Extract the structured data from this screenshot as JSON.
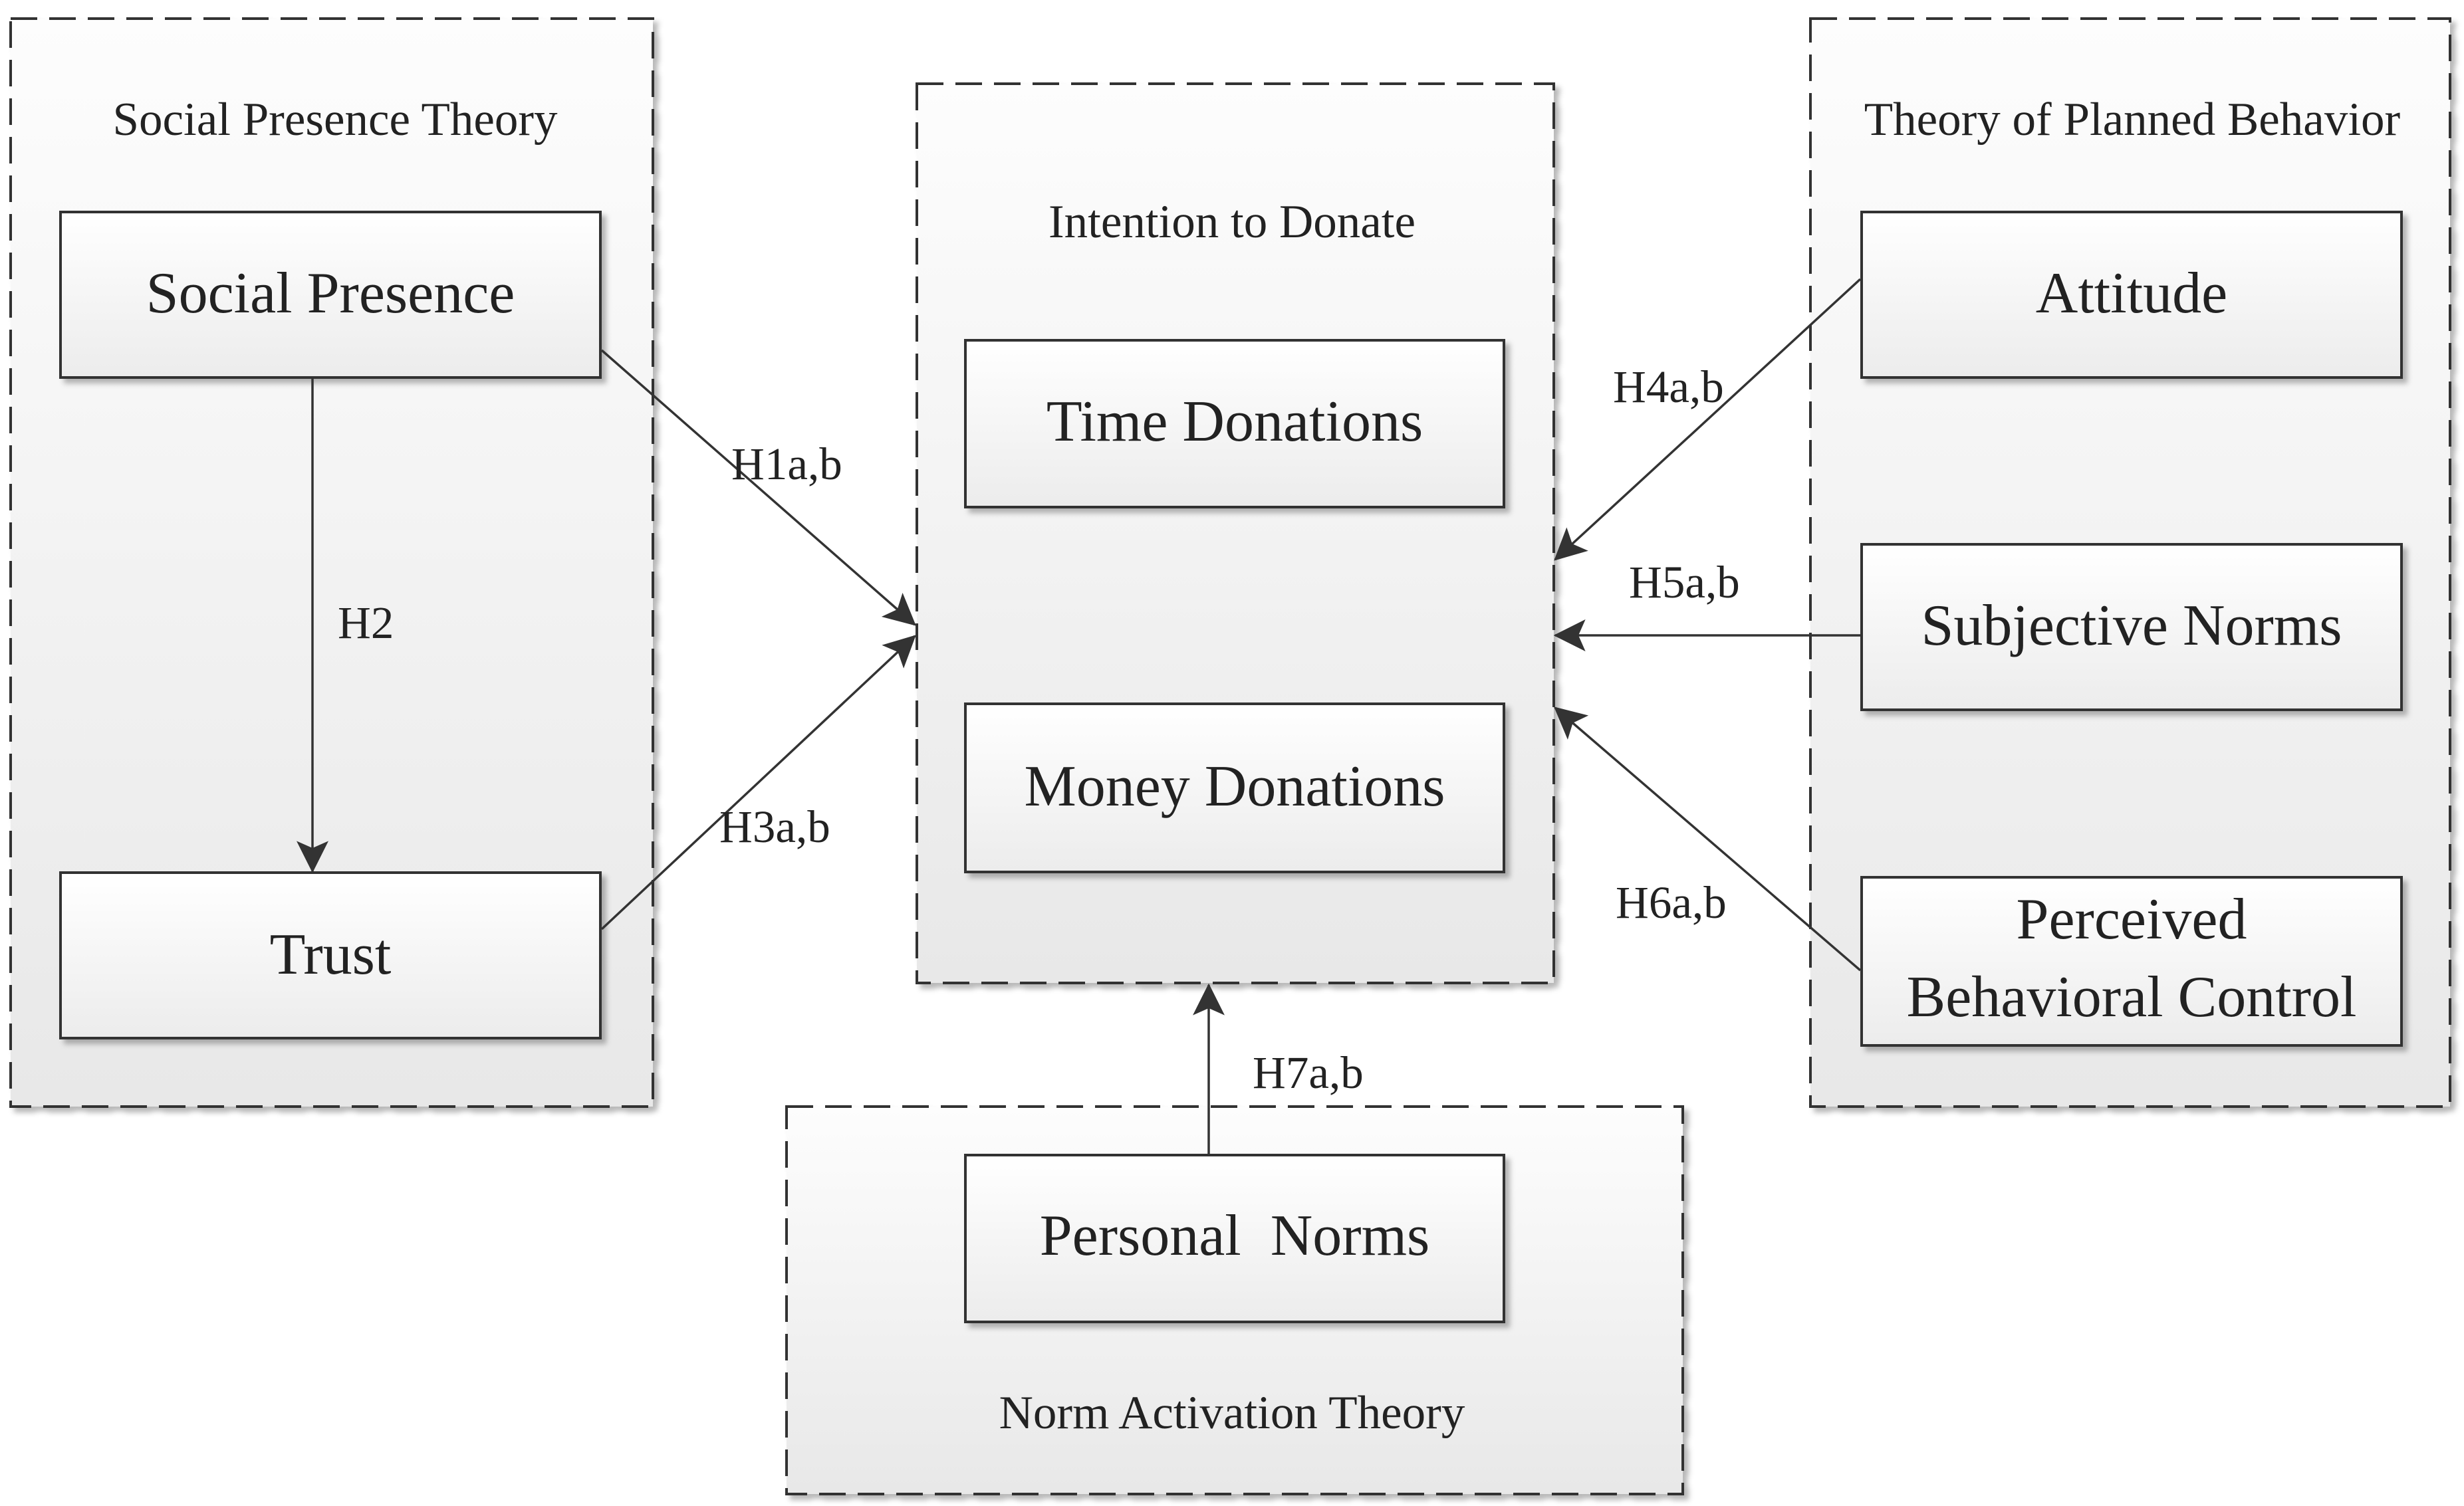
{
  "groups": {
    "social_presence_theory": {
      "label": "Social Presence Theory"
    },
    "intention_to_donate": {
      "label": "Intention to Donate"
    },
    "theory_of_planned_behavior": {
      "label": "Theory of Planned Behavior"
    },
    "norm_activation_theory": {
      "label": "Norm Activation Theory"
    }
  },
  "constructs": {
    "social_presence": {
      "label": "Social Presence"
    },
    "trust": {
      "label": "Trust"
    },
    "time_donations": {
      "label": "Time Donations"
    },
    "money_donations": {
      "label": "Money Donations"
    },
    "attitude": {
      "label": "Attitude"
    },
    "subjective_norms": {
      "label": "Subjective Norms"
    },
    "perceived_behavioral_control": {
      "label_line1": "Perceived",
      "label_line2": "Behavioral Control"
    },
    "personal_norms": {
      "label": "Personal  Norms"
    }
  },
  "hypotheses": {
    "h1": {
      "label": "H1a,b",
      "from": "Social Presence",
      "to": "Intention to Donate"
    },
    "h2": {
      "label": "H2",
      "from": "Social Presence",
      "to": "Trust"
    },
    "h3": {
      "label": "H3a,b",
      "from": "Trust",
      "to": "Intention to Donate"
    },
    "h4": {
      "label": "H4a,b",
      "from": "Attitude",
      "to": "Intention to Donate"
    },
    "h5": {
      "label": "H5a,b",
      "from": "Subjective Norms",
      "to": "Intention to Donate"
    },
    "h6": {
      "label": "H6a,b",
      "from": "Perceived Behavioral Control",
      "to": "Intention to Donate"
    },
    "h7": {
      "label": "H7a,b",
      "from": "Personal Norms",
      "to": "Intention to Donate"
    }
  },
  "colors": {
    "stroke": "#333333",
    "text": "#222222",
    "box_fill_top": "#ffffff",
    "box_fill_bottom": "#ededed",
    "group_fill_top": "#fdfdfd",
    "group_fill_bottom": "#e9e9e9"
  }
}
